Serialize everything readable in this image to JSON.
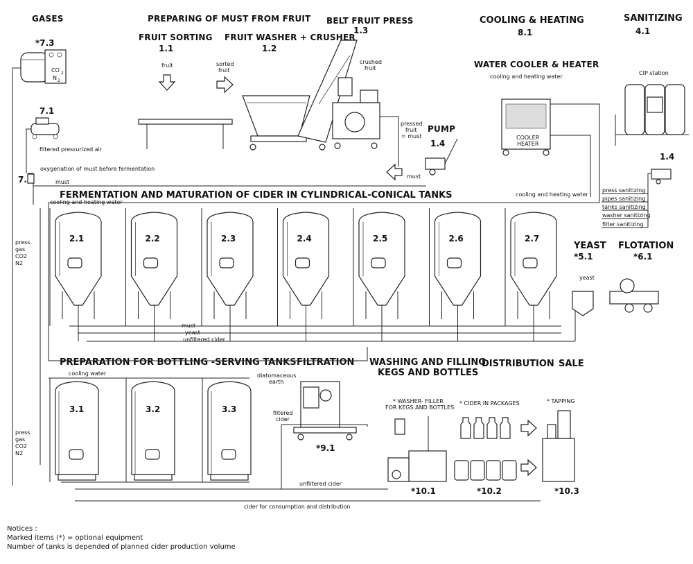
{
  "headers": {
    "gases": "GASES",
    "preparing": "PREPARING OF MUST FROM FRUIT",
    "belt_press": "BELT FRUIT PRESS",
    "belt_press_num": "1.3",
    "cooling": "COOLING & HEATING",
    "cooling_num": "8.1",
    "sanitizing": "SANITIZING",
    "sanitizing_num": "4.1",
    "fruit_sorting": "FRUIT SORTING",
    "fruit_sorting_num": "1.1",
    "washer": "FRUIT WASHER + CRUSHER",
    "washer_num": "1.2",
    "water_cooler": "WATER COOLER & HEATER",
    "pump": "PUMP",
    "pump_num": "1.4",
    "fermentation": "FERMENTATION AND MATURATION OF CIDER IN CYLINDRICAL-CONICAL TANKS",
    "yeast": "YEAST",
    "yeast_num": "*5.1",
    "flotation": "FLOTATION",
    "flotation_num": "*6.1",
    "preparation": "PREPARATION FOR BOTTLING -SERVING TANKS",
    "filtration": "FILTRATION",
    "washing": "WASHING AND FILLING",
    "washing2": "KEGS AND BOTTLES",
    "distribution": "DISTRIBUTION",
    "sale": "SALE"
  },
  "labels": {
    "co2_num": "*7.3",
    "co2": "CO",
    "co2_sub": "2",
    "n2": "N",
    "n2_sub": "2",
    "compressor_num": "7.1",
    "filtered_air": "filtered pressurized air",
    "oxygenation": "oxygenation of must before fermentation",
    "valve_num": "7.2",
    "must": "must",
    "fruit": "fruit",
    "sorted1": "sorted",
    "sorted2": "fruit",
    "crushed1": "crushed",
    "crushed2": "fruit",
    "pressed1": "pressed",
    "pressed2": "fruit",
    "pressed3": "= must",
    "cooling_heating_water": "cooling and heating water",
    "cooler_line1": "COOLER",
    "cooler_line2": "HEATER",
    "cip_station": "CIP station",
    "cip_pump_num": "1.4",
    "press_sanitizing": "press sanitizing",
    "pipes_sanitizing": "pipes sanitizing",
    "tanks_sanitizing": "tanks sanitizing",
    "washer_sanitizing": "washer sanitizing",
    "filter_sanitizing": "filter sanitizing",
    "cooling_heating_water2": "cooling and heating water",
    "cooling_heating_water3": "cooling and heating water",
    "press_gas1": "press.",
    "press_gas2": "gas",
    "press_gas3": "CO2",
    "press_gas4": "N2",
    "must_line": "must",
    "yeast_line": "yeast",
    "unfiltered_line": "unfiltered cider",
    "yeast_small": "yeast",
    "cooling_water": "cooling water",
    "diatom1": "diatomaceous",
    "diatom2": "earth",
    "filtered1": "filtered",
    "filtered2": "cider",
    "filter_num": "*9.1",
    "unfiltered2": "unfiltered cider",
    "washer_filler1": "* WASHER- FILLER",
    "washer_filler2": "FOR KEGS AND BOTTLES",
    "cider_packages": "* CIDER IN PACKAGES",
    "tapping": "* TAPPING",
    "num_10_1": "*10.1",
    "num_10_2": "*10.2",
    "num_10_3": "*10.3",
    "consumption": "cider for consumption and distribution"
  },
  "tanks": {
    "fermentation": [
      "2.1",
      "2.2",
      "2.3",
      "2.4",
      "2.5",
      "2.6",
      "2.7"
    ],
    "serving": [
      "3.1",
      "3.2",
      "3.3"
    ]
  },
  "notices": {
    "title": "Notices :",
    "line1": "Marked items (*) = optional equipment",
    "line2": "Number of tanks is depended of planned cider production volume"
  }
}
